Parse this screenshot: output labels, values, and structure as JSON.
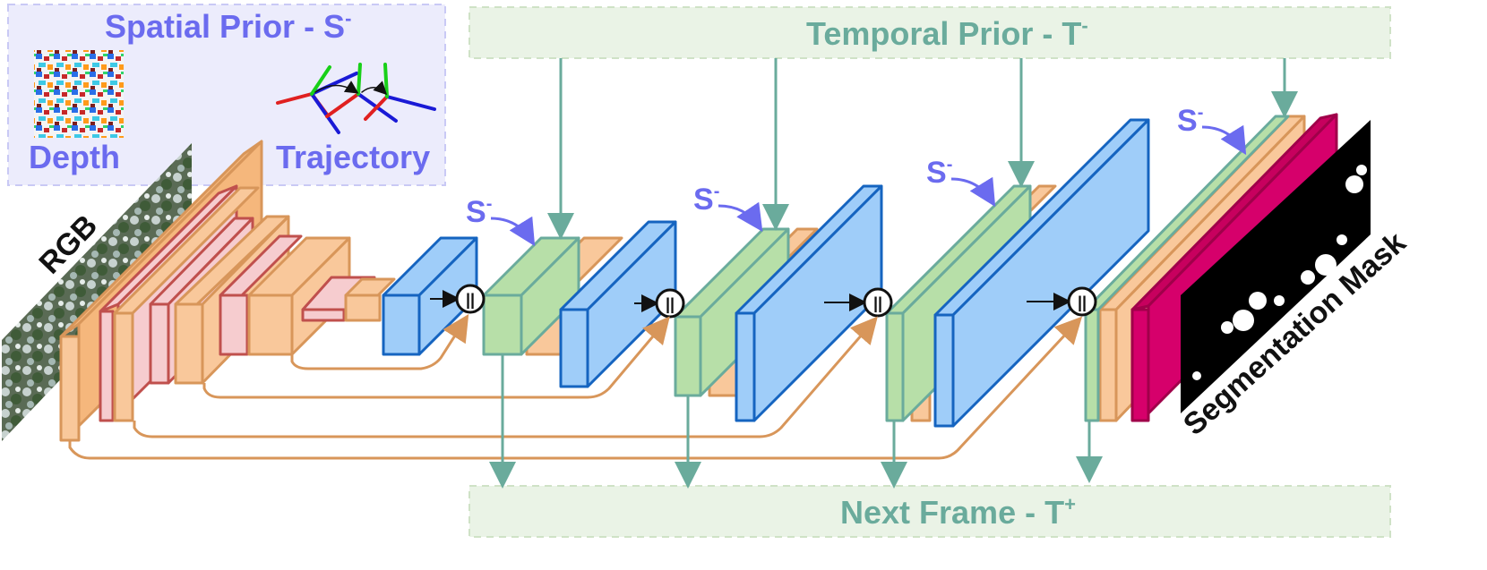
{
  "spatial_prior": {
    "title": "Spatial Prior - S",
    "sup": "-",
    "depth_label": "Depth",
    "trajectory_label": "Trajectory"
  },
  "temporal_prior": {
    "title": "Temporal Prior - T",
    "sup": "-"
  },
  "next_frame": {
    "title": "Next Frame - T",
    "sup": "+"
  },
  "rgb_label": "RGB",
  "mask_label": "Segmentation Mask",
  "s_minus": {
    "base": "S",
    "sup": "-"
  },
  "concat_symbol": "||",
  "colors": {
    "prior_text": "#6b6bef",
    "temporal_text": "#6aab9c",
    "encoder_orange": "#f9c89b",
    "encoder_stroke": "#d8965a",
    "pink": "#f6cccf",
    "pink_stroke": "#c0504d",
    "blue": "#9fcdf9",
    "blue_stroke": "#1564c0",
    "green": "#b7dfa8",
    "green_stroke": "#6aab9c",
    "magenta": "#d6006b"
  }
}
